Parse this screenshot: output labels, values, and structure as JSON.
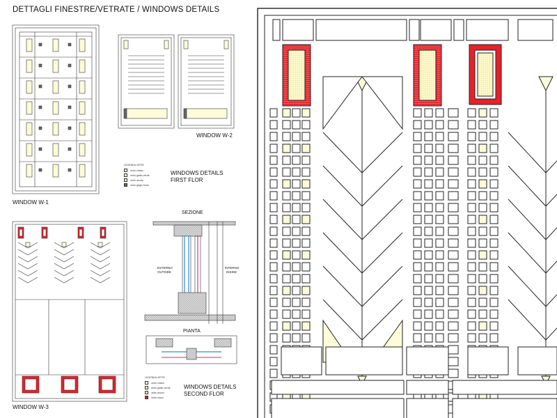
{
  "title": "DETTAGLI FINESTRE/VETRATE     /     WINDOWS DETAILS",
  "windows": {
    "w1_label": "WINDOW  W-1",
    "w2_label": "WINDOW  W-2",
    "w3_label": "WINDOW  W-3"
  },
  "details_first": {
    "line1": "WINDOWS DETAILS",
    "line2": "FIRST FLOR"
  },
  "details_second": {
    "line1": "WINDOWS DETAILS",
    "line2": "SECOND FLOR"
  },
  "section": {
    "title": "SEZIONE",
    "outside_it": "ESTERNO",
    "outside_en": "OUTSIDE",
    "inside_it": "INTERNO",
    "inside_en": "INSIDE"
  },
  "plan": {
    "title": "PIANTA"
  },
  "legend_first": {
    "title": "LEGENDA VETRI",
    "items": [
      {
        "label": "vetro chiaro",
        "color": "#ffffff"
      },
      {
        "label": "vetro giallo-verde",
        "color": "#fdfcd8"
      },
      {
        "label": "vetro avorio",
        "color": "#f5efb0"
      },
      {
        "label": "vetro grigio fumo",
        "color": "#666666"
      }
    ]
  },
  "legend_second": {
    "title": "LEGENDA VETRI",
    "items": [
      {
        "label": "vetro chiaro",
        "color": "#ffffff"
      },
      {
        "label": "vetro giallo-verde",
        "color": "#fdfcd8"
      },
      {
        "label": "vetro avorio",
        "color": "#f5efb0"
      },
      {
        "label": "vetro rosso",
        "color": "#e8202a"
      }
    ]
  },
  "colors": {
    "red": "#e8202a",
    "ivory": "#f5efb0",
    "pale": "#fdfcd8",
    "line": "#222222",
    "smoke": "#666666"
  }
}
